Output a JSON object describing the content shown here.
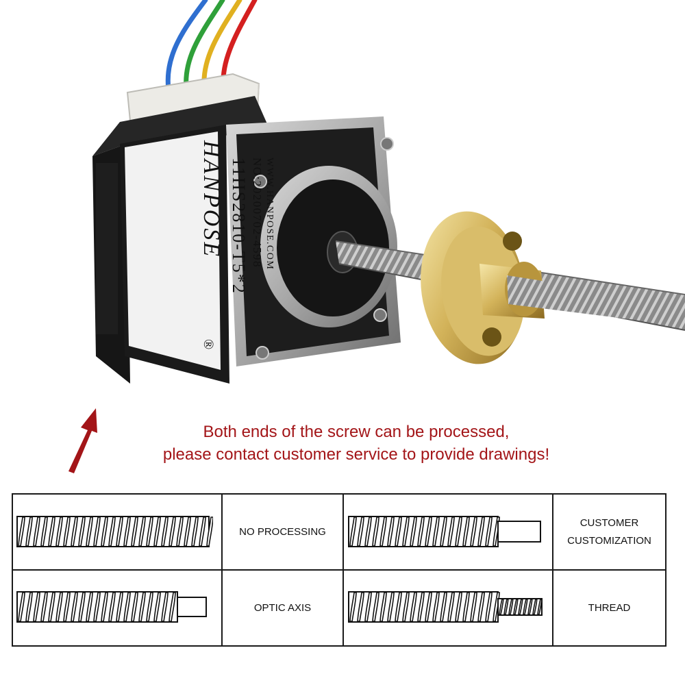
{
  "product": {
    "brand": "HANPOSE",
    "registered_mark": "®",
    "model": "11HS2810-T5*2",
    "serial": "NO:20200702-4598",
    "website": "WWW.HANPOSE.COM",
    "wire_colors": [
      "#2f6fd0",
      "#2fa03a",
      "#e0b020",
      "#d42020"
    ],
    "icons": {
      "arrow": "up-right-arrow-icon"
    }
  },
  "notice": {
    "line1": "Both ends of the screw can be processed,",
    "line2": "please contact customer service to provide drawings!",
    "color": "#a31518"
  },
  "options": [
    {
      "label": "NO PROCESSING",
      "icon": "plain-screw-icon"
    },
    {
      "label_lines": [
        "CUSTOMER",
        "CUSTOMIZATION"
      ],
      "icon": "screw-with-shaft-icon"
    },
    {
      "label": "OPTIC AXIS",
      "icon": "screw-with-optic-axis-icon"
    },
    {
      "label": "THREAD",
      "icon": "screw-with-thread-end-icon"
    }
  ]
}
